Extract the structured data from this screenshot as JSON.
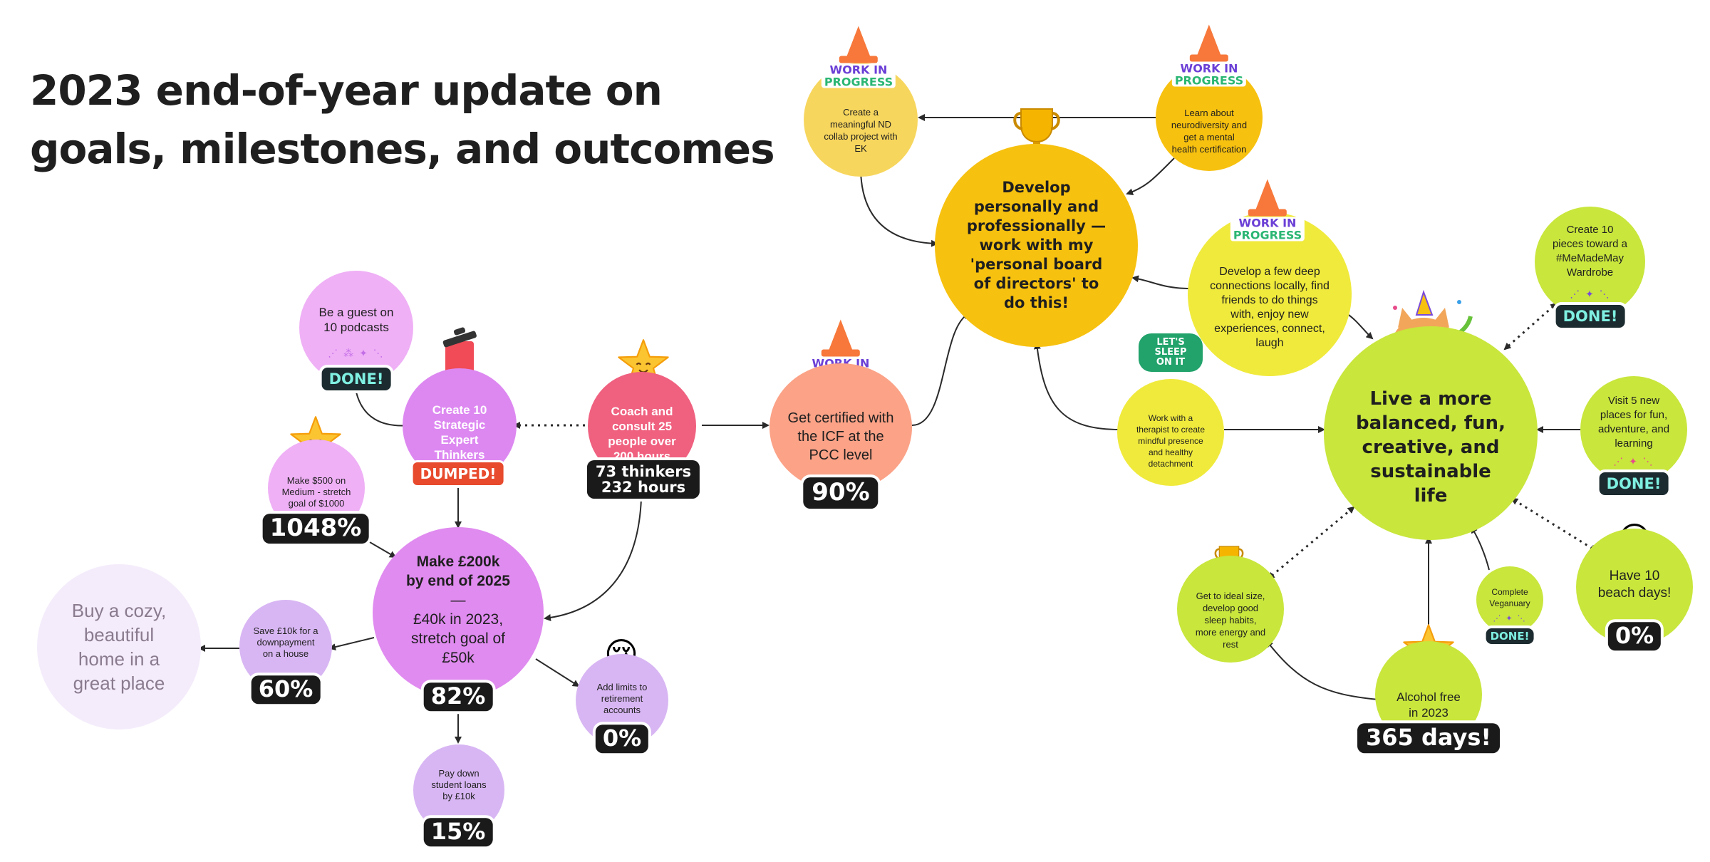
{
  "title": {
    "line1": "2023 end-of-year update on",
    "line2": "goals, milestones, and outcomes"
  },
  "nodes": {
    "podcasts": {
      "label": "Be a guest on 10 podcasts",
      "status": "DONE!"
    },
    "strategic_thinkers": {
      "label": "Create 10 Strategic Expert Thinkers",
      "status": "DUMPED!"
    },
    "coach": {
      "label": "Coach and consult 25 people over 200 hours",
      "result_line1": "73 thinkers",
      "result_line2": "232 hours"
    },
    "icf": {
      "label": "Get certified with the ICF at the PCC level",
      "status": "WORK IN PROGRESS",
      "result": "90%"
    },
    "medium": {
      "label": "Make $500 on Medium - stretch goal of $1000",
      "result": "1048%"
    },
    "money": {
      "title_line1": "Make £200k",
      "title_line2": "by end of 2025",
      "dash": "—",
      "detail": "£40k in 2023, stretch goal of £50k",
      "result": "82%"
    },
    "save10k": {
      "label": "Save £10k for a downpayment on a house",
      "result": "60%"
    },
    "home": {
      "label": "Buy a cozy, beautiful home in a great place"
    },
    "student_loans": {
      "label": "Pay down student loans by £10k",
      "result": "15%"
    },
    "retirement": {
      "label": "Add limits to retirement accounts",
      "result": "0%"
    },
    "develop": {
      "label": "Develop personally and professionally — work with my 'personal board of directors' to do this!"
    },
    "nd_collab": {
      "label": "Create a meaningful ND collab project with EK",
      "status": "WORK IN PROGRESS"
    },
    "neurodiversity": {
      "label": "Learn about neurodiversity and get a mental health certification",
      "status": "WORK IN PROGRESS"
    },
    "connections": {
      "label": "Develop a few deep connections locally, find friends to do things with, enjoy new experiences, connect, laugh",
      "status": "WORK IN PROGRESS"
    },
    "therapist": {
      "label": "Work with a therapist to create mindful presence and healthy detachment",
      "sticker": "LET'S SLEEP ON IT"
    },
    "life": {
      "label": "Live a more balanced, fun, creative, and sustainable life"
    },
    "memademay": {
      "label": "Create 10 pieces toward a #MeMadeMay Wardrobe",
      "status": "DONE!"
    },
    "visit": {
      "label": "Visit 5 new places for fun, adventure, and learning",
      "status": "DONE!"
    },
    "beach": {
      "label": "Have 10 beach days!",
      "result": "0%"
    },
    "vegan": {
      "label": "Complete Veganuary",
      "status": "DONE!"
    },
    "alcohol": {
      "label": "Alcohol free in 2023",
      "result": "365 days!"
    },
    "ideal_size": {
      "label": "Get to ideal size, develop good sleep habits, more energy and rest"
    }
  },
  "colors": {
    "pink_light": "#efb0f6",
    "purple": "#e08bf0",
    "magenta": "#f0607f",
    "salmon": "#fba287",
    "lavender_light": "#d8b6f3",
    "lavender_pale": "#f4ecfb",
    "gold": "#f7c10f",
    "yellow_soft": "#f7d65e",
    "yellow_bright": "#f0ea3c",
    "lime": "#c8e63c",
    "badge_bg": "#1a1a1a"
  },
  "icons": [
    "trash-icon",
    "star-smile-icon",
    "traffic-cone-icon",
    "trophy-icon",
    "crying-face-icon",
    "party-cat-icon",
    "confetti-icon",
    "sleep-sticker-icon"
  ]
}
